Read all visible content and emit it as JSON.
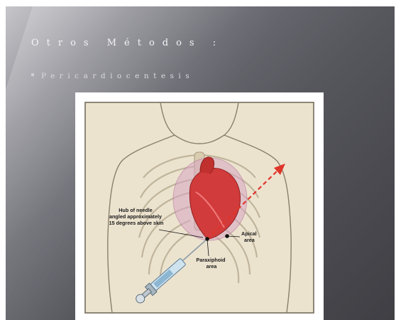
{
  "slide": {
    "title": "Otros Métodos :",
    "bullet": "Pericardiocentesis"
  },
  "figure": {
    "annotation_hub": [
      "Hub of needle",
      "angled approximately",
      "15 degrees above skin"
    ],
    "annotation_apical": [
      "Apical",
      "area"
    ],
    "annotation_paraxiphoid": [
      "Paraxiphoid",
      "area"
    ]
  },
  "colors": {
    "slide_dark": "#4b4b51",
    "slide_light": "#c6c6ca",
    "arrow": "#e0352a",
    "heart": "#d23b3b",
    "pericardium": "#c98fb0"
  }
}
